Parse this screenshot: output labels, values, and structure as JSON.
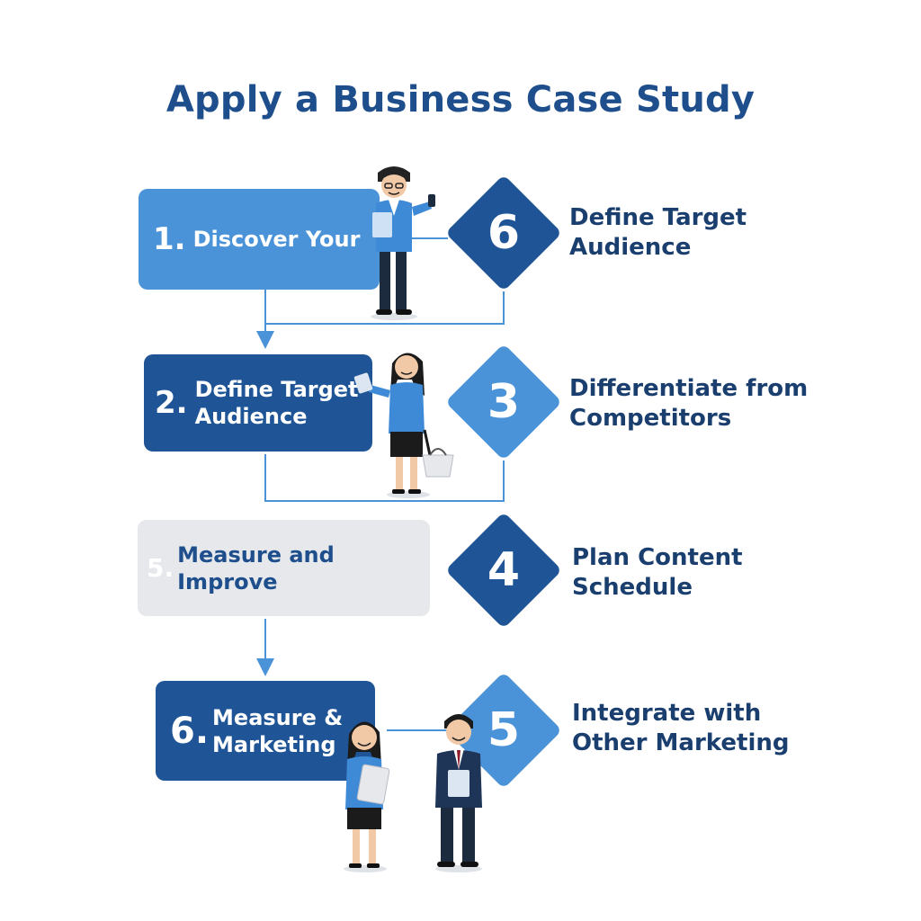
{
  "title": "Apply a Business Case Study",
  "colors": {
    "title": "#1e4f8c",
    "light_blue": "#4b93d8",
    "dark_blue": "#1f5596",
    "grey": "#e6e8ec",
    "side_text": "#1a3f6f"
  },
  "steps": [
    {
      "num": "1.",
      "label_line1": "Discover Your",
      "label_line2": "",
      "style": "light"
    },
    {
      "num": "2.",
      "label_line1": "Define Target",
      "label_line2": "Audience",
      "style": "dark"
    },
    {
      "num": "5.",
      "label_line1": "Measure and Improve",
      "label_line2": "",
      "style": "grey"
    },
    {
      "num": "6.",
      "label_line1": "Measure &",
      "label_line2": "Marketing",
      "style": "dark"
    }
  ],
  "diamonds": [
    {
      "num": "6",
      "text_line1": "Define Target",
      "text_line2": "Audience",
      "style": "dark"
    },
    {
      "num": "3",
      "text_line1": "Differentiate from",
      "text_line2": "Competitors",
      "style": "light"
    },
    {
      "num": "4",
      "text_line1": "Plan Content",
      "text_line2": "Schedule",
      "style": "dark"
    },
    {
      "num": "5",
      "text_line1": "Integrate with",
      "text_line2": "Other Marketing",
      "style": "light"
    }
  ],
  "icons": [
    "businessman-phone-icon",
    "businesswoman-bag-icon",
    "businesswoman-clipboard-icon",
    "businessman-clipboard-icon"
  ]
}
